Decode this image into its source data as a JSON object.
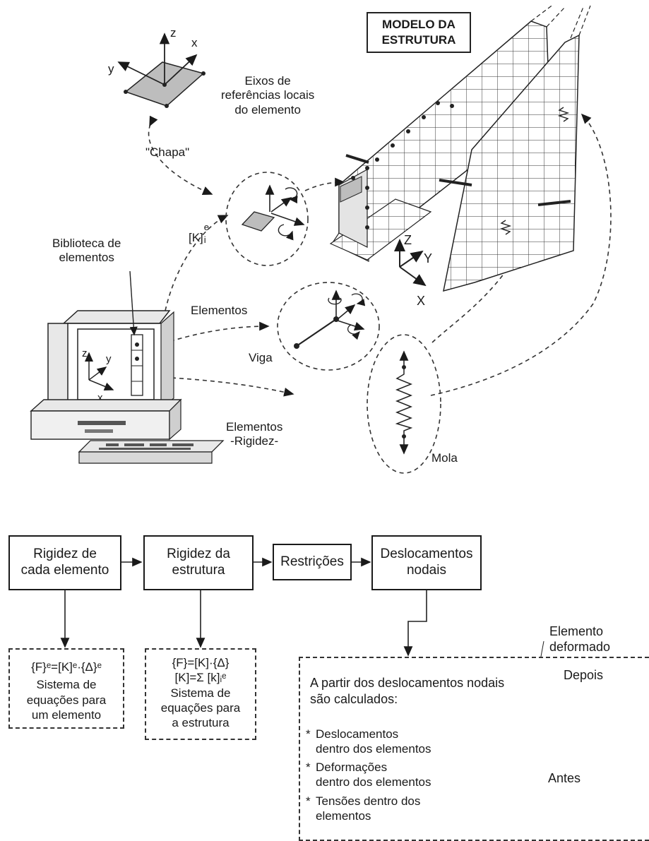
{
  "model_title": "MODELO DA\nESTRUTURA",
  "top_labels": {
    "local_axes": "Eixos de\nreferências locais\ndo elemento",
    "chapa": "\"Chapa\"",
    "stiffness_symbol": "[K]",
    "stiffness_sup": "e",
    "stiffness_sub": "i",
    "library": "Biblioteca de\nelementos",
    "elementos": "Elementos",
    "viga": "Viga",
    "rigidez": "Elementos\n-Rigidez-",
    "mola": "Mola"
  },
  "axes": {
    "element": {
      "z": "z",
      "x": "x",
      "y": "y"
    },
    "global": {
      "z": "Z",
      "y": "Y",
      "x": "X"
    },
    "screen": {
      "z": "z",
      "y": "y",
      "x": "x"
    }
  },
  "flow": {
    "boxes": [
      "Rigidez de\ncada elemento",
      "Rigidez da\nestrutura",
      "Restrições",
      "Deslocamentos\nnodais"
    ]
  },
  "element_box": {
    "equation": "{F}ᵉ=[K]ᵉ·{Δ}ᵉ",
    "description": "Sistema de\nequações para\num elemento"
  },
  "structure_box": {
    "equation_1": "{F}=[K]·{Δ}",
    "equation_2": "[K]=Σ [k]ᵢᵉ",
    "description": "Sistema de\nequações para\na estrutura"
  },
  "results_box": {
    "intro": "A partir dos deslocamentos nodais\nsão calculados:",
    "items": [
      "Deslocamentos\ndentro dos elementos",
      "Deformações\ndentro dos elementos",
      "Tensões dentro dos\nelementos"
    ],
    "bullet": "*",
    "deformed_label": "Elemento\ndeformado",
    "after_label": "Depois",
    "before_label": "Antes"
  }
}
